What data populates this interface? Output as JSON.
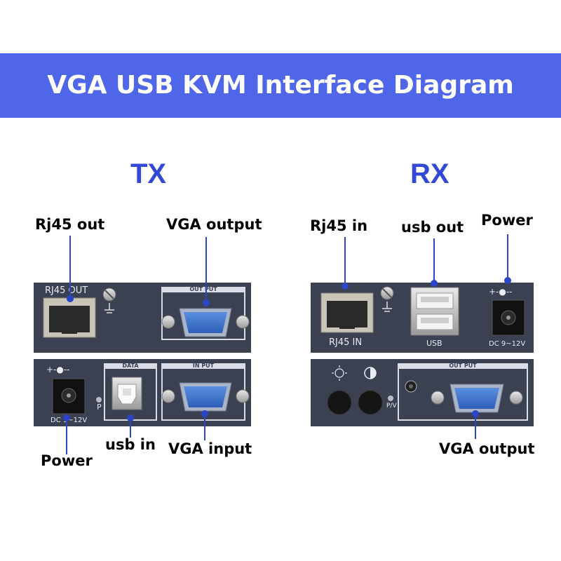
{
  "title": "VGA USB KVM Interface Diagram",
  "tx": {
    "heading": "TX",
    "callouts": {
      "rj45_out": "Rj45 out",
      "vga_output": "VGA output",
      "power": "Power",
      "usb_in": "usb in",
      "vga_input": "VGA input"
    },
    "panel": {
      "rj45_label": "RJ45 OUT",
      "output_label": "OUT PUT",
      "input_label": "IN PUT",
      "data_label": "DATA",
      "dc_label": "DC 9~12V",
      "polarity": "+-●--",
      "p_label": "P"
    }
  },
  "rx": {
    "heading": "RX",
    "callouts": {
      "rj45_in": "Rj45 in",
      "usb_out": "usb out",
      "power": "Power",
      "vga_output": "VGA output"
    },
    "panel": {
      "rj45_label": "RJ45 IN",
      "usb_label": "USB",
      "dc_label": "DC 9~12V",
      "polarity": "+-●--",
      "output_label": "OUT PUT",
      "pv_label": "P/V"
    }
  },
  "colors": {
    "banner": "#4f66e8",
    "heading": "#3349d6",
    "panel": "#3c4152",
    "callout_line": "#2b45c8"
  }
}
